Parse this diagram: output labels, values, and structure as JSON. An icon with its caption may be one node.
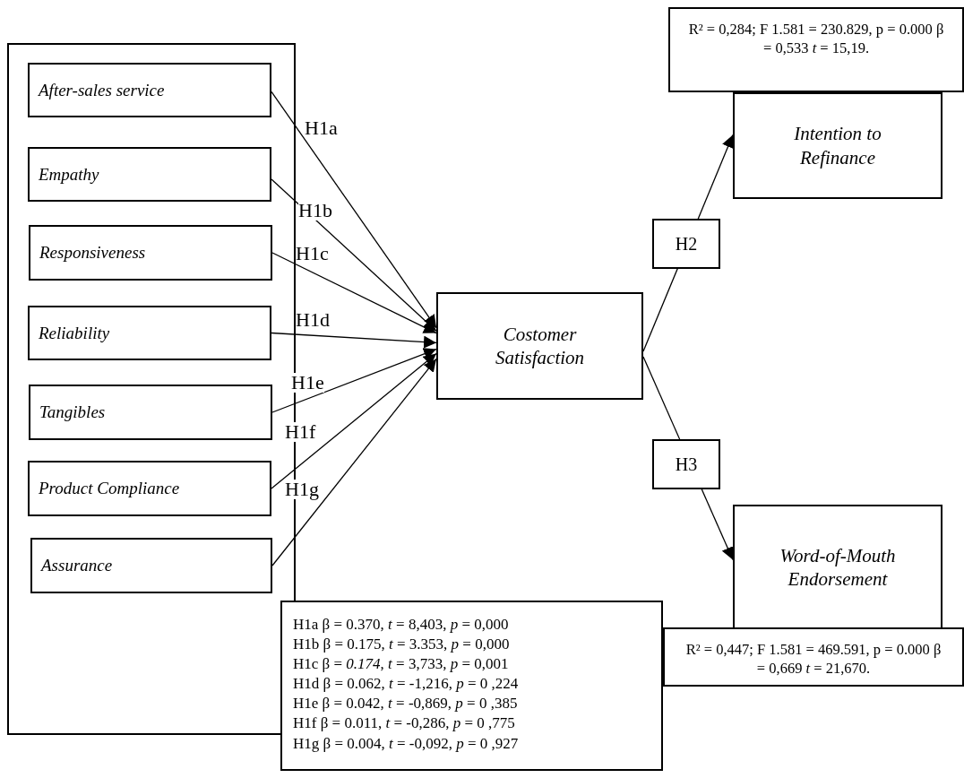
{
  "diagram": {
    "nodes": [
      {
        "text": [],
        "shape": "box"
      },
      {
        "text": [
          "After-sales service"
        ],
        "in": 0
      },
      {
        "text": [
          "Empathy"
        ],
        "in": 0
      },
      {
        "text": [
          "Responsiveness"
        ],
        "in": 0
      },
      {
        "text": [
          "Reliability"
        ],
        "in": 0
      },
      {
        "text": [
          "Tangibles"
        ],
        "in": 0
      },
      {
        "text": [
          "Product Compliance"
        ],
        "in": 0
      },
      {
        "text": [
          "Assurance"
        ],
        "in": 0
      },
      {
        "text": [
          "Costomer Satisfaction"
        ]
      },
      {
        "text": [
          "Intention to Refinance"
        ]
      },
      {
        "text": [
          "Word-of-Mouth Endorsement"
        ]
      },
      {
        "text": [
          "R² = 0,284; F 1.581 = 230.829, p = 0.000 β = 0,533 *t* = 15,19."
        ]
      },
      {
        "text": [
          "H1a β = 0.370, *t* = 8,403, *p* = 0,000",
          "H1b β = 0.175, *t* = 3.353, *p* = 0,000",
          "H1c β = *0.174*, *t* = 3,733, *p* = 0,001",
          "H1d β = 0.062, *t* = -1,216, *p* = 0 ,224",
          "H1e β = 0.042, *t* = -0,869, *p* = 0 ,385",
          "H1f β = 0.011, *t* = -0,286, *p* = 0 ,775",
          "H1g β = 0.004, *t* = -0,092, *p* = 0 ,927"
        ]
      },
      {
        "text": [
          "R² = 0,447; F 1.581 = 469.591, p = 0.000 β = 0,669 *t* = 21,670."
        ]
      }
    ],
    "edges": [
      {
        "from": 1,
        "to": 8,
        "arrow": "to",
        "label": "H1a"
      },
      {
        "from": 2,
        "to": 8,
        "arrow": "to",
        "label": "H1b"
      },
      {
        "from": 3,
        "to": 8,
        "arrow": "to",
        "label": "H1c"
      },
      {
        "from": 4,
        "to": 8,
        "arrow": "to",
        "label": "H1d"
      },
      {
        "from": 5,
        "to": 8,
        "arrow": "to",
        "label": "H1e"
      },
      {
        "from": 6,
        "to": 8,
        "arrow": "to",
        "label": "H1f"
      },
      {
        "from": 7,
        "to": 8,
        "arrow": "to",
        "label": "H1g"
      },
      {
        "from": 8,
        "to": 9,
        "arrow": "to",
        "label": "H2"
      },
      {
        "from": 8,
        "to": 10,
        "arrow": "to",
        "label": "H3"
      }
    ]
  }
}
